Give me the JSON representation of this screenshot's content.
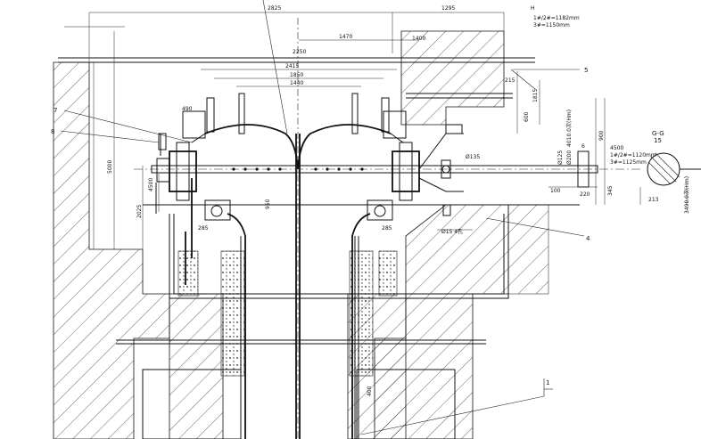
{
  "dims": {
    "top_left": "2825",
    "top_mid": "1295",
    "top_right": "H",
    "d1470": "1470",
    "d2415": "2415",
    "d1850": "1850",
    "d1440": "1440",
    "d490": "490",
    "d5000": "5000",
    "d4500": "4500",
    "d2025": "2025",
    "d2250": "2250",
    "d950": "950",
    "d600": "600",
    "d400": "400",
    "d900": "900",
    "d1400": "1400",
    "d215": "215",
    "d100": "100",
    "d220": "220",
    "d213": "213",
    "d135": "Ø135",
    "d1125": "Ø125",
    "d_phi": "Ø200",
    "d345": "345",
    "d285a": "285",
    "d285b": "285",
    "d4x15": "Ø15 4孔",
    "d1815": "1815"
  },
  "notes": {
    "top_right_line1": "1#/2#=1182mm",
    "top_right_line2": "3#=1150mm",
    "right_line1": "1#/2#=1120mm",
    "right_line2": "3#=1125mm",
    "right_label": "4010.0次(Hm)",
    "right_label2": "3490.0次(Hm)",
    "section_label": "G-G",
    "section_num": "15",
    "small_a": "4500",
    "small_b": "6"
  },
  "callouts": {
    "n1": "1",
    "n4": "4",
    "n5": "5",
    "n7": "7",
    "n8": "8"
  }
}
